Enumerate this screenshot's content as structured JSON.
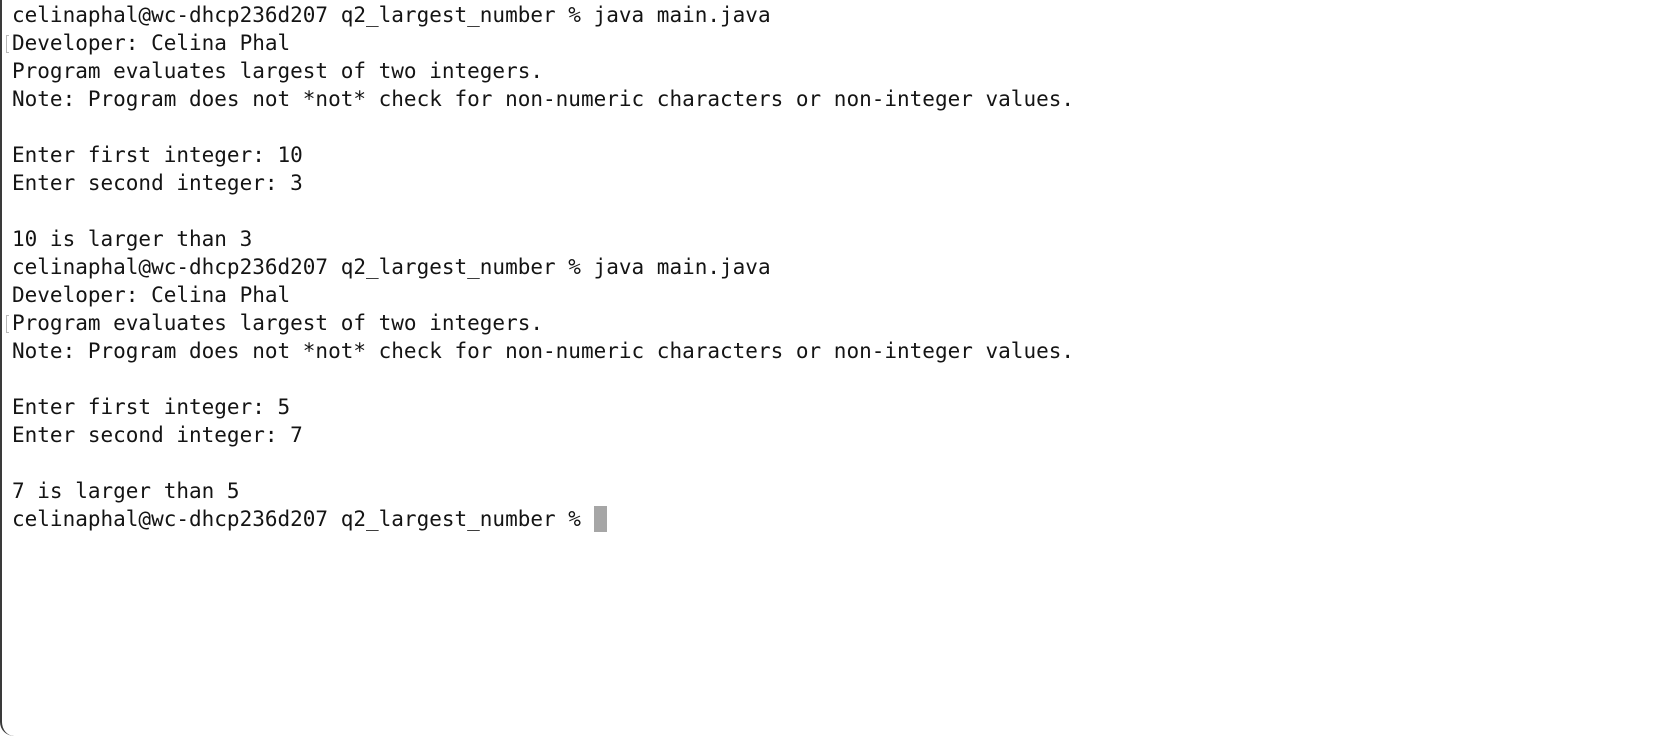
{
  "terminal": {
    "lines": [
      {
        "text": "celinaphal@wc-dhcp236d207 q2_largest_number % java main.java",
        "kind": "prompt",
        "mark": false
      },
      {
        "text": "Developer: Celina Phal",
        "kind": "output",
        "mark": true
      },
      {
        "text": "Program evaluates largest of two integers.",
        "kind": "output",
        "mark": false
      },
      {
        "text": "Note: Program does not *not* check for non-numeric characters or non-integer values.",
        "kind": "output",
        "mark": false
      },
      {
        "text": "",
        "kind": "blank",
        "mark": false
      },
      {
        "text": "Enter first integer: 10",
        "kind": "output",
        "mark": false
      },
      {
        "text": "Enter second integer: 3",
        "kind": "output",
        "mark": false
      },
      {
        "text": "",
        "kind": "blank",
        "mark": false
      },
      {
        "text": "10 is larger than 3",
        "kind": "output",
        "mark": false
      },
      {
        "text": "celinaphal@wc-dhcp236d207 q2_largest_number % java main.java",
        "kind": "prompt",
        "mark": false
      },
      {
        "text": "Developer: Celina Phal",
        "kind": "output",
        "mark": false
      },
      {
        "text": "Program evaluates largest of two integers.",
        "kind": "output",
        "mark": true
      },
      {
        "text": "Note: Program does not *not* check for non-numeric characters or non-integer values.",
        "kind": "output",
        "mark": false
      },
      {
        "text": "",
        "kind": "blank",
        "mark": false
      },
      {
        "text": "Enter first integer: 5",
        "kind": "output",
        "mark": false
      },
      {
        "text": "Enter second integer: 7",
        "kind": "output",
        "mark": false
      },
      {
        "text": "",
        "kind": "blank",
        "mark": false
      },
      {
        "text": "7 is larger than 5",
        "kind": "output",
        "mark": false
      }
    ],
    "current_prompt": "celinaphal@wc-dhcp236d207 q2_largest_number % "
  }
}
